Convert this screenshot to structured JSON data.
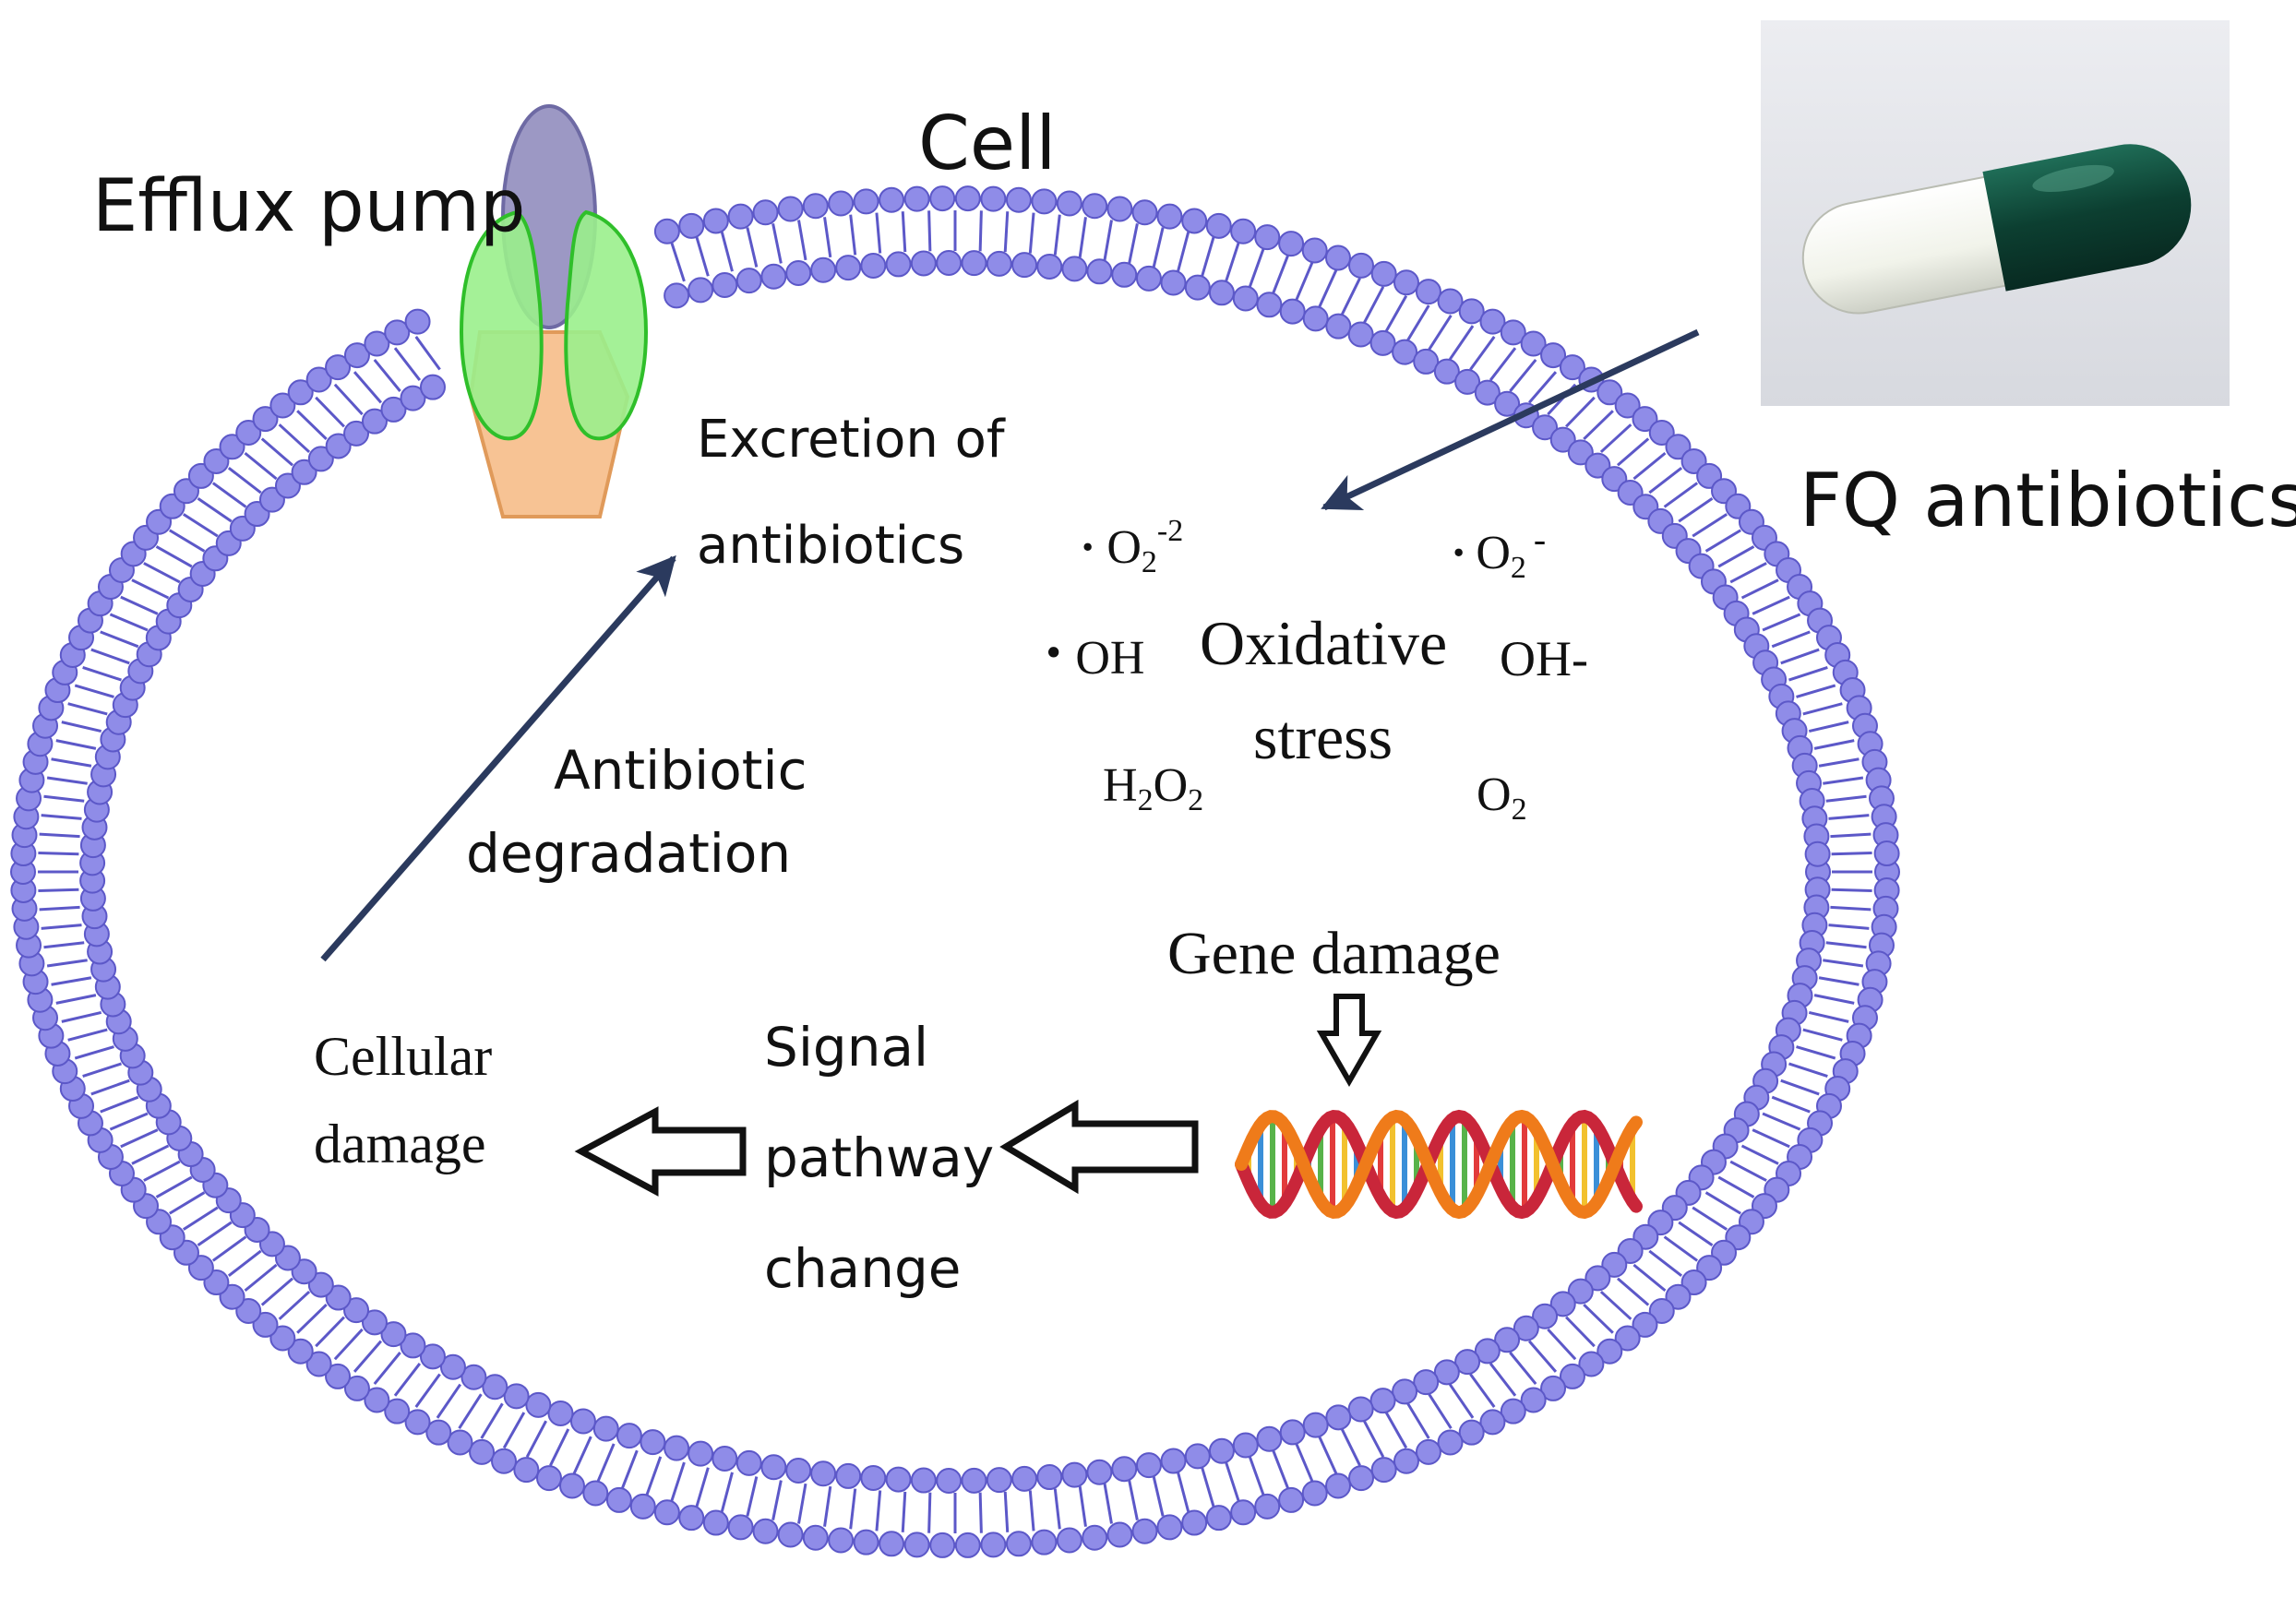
{
  "labels": {
    "cell": "Cell",
    "efflux_pump": "Efflux pump",
    "fq_antibiotics": "FQ antibiotics",
    "excretion_line1": "Excretion of",
    "excretion_line2": "antibiotics",
    "degradation_line1": "Antibiotic",
    "degradation_line2": "degradation",
    "oxidative_line1": "Oxidative",
    "oxidative_line2": "stress",
    "gene_damage": "Gene damage",
    "signal_line1": "Signal",
    "signal_line2": "pathway",
    "signal_line3": "change",
    "cellular_line1": "Cellular",
    "cellular_line2": "damage"
  },
  "species": {
    "o2_base": "O",
    "o2_sub": "2",
    "o2_charge": "-2",
    "superoxide_charge": "-",
    "oh": "OH",
    "oh_ion": "OH-",
    "h2o2_h": "H",
    "h2o2_sub": "2",
    "h2o2_o": "O",
    "dot": "·"
  },
  "colors": {
    "membrane": "#8f8ce8",
    "membrane_stroke": "#5c58c8",
    "pump_purple": "#9c98c4",
    "pump_orange": "#f7c394",
    "pump_green": "#9af08c",
    "arrow": "#2b3a5e",
    "capsule_dark": "#0f4a3a",
    "capsule_light": "#f3f6ee"
  }
}
